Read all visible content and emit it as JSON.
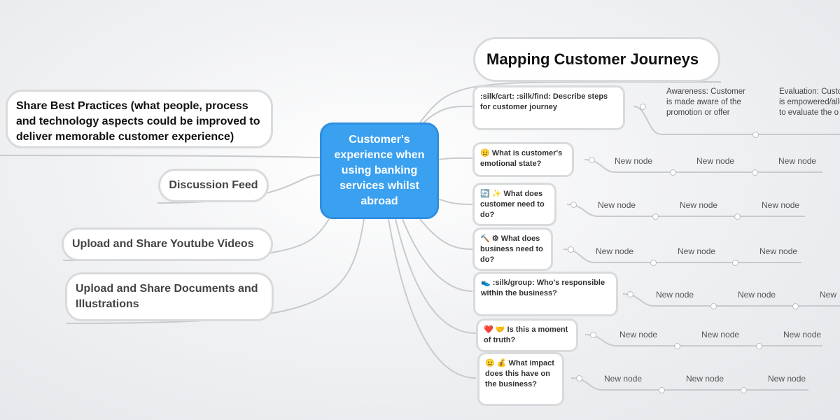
{
  "center": "Customer's experience when using banking services whilst abroad",
  "title": "Mapping Customer Journeys",
  "left_nodes": [
    "Share Best Practices (what people, process and technology aspects could be improved to deliver memorable customer experience)",
    "Discussion Feed",
    "Upload and Share Youtube Videos",
    "Upload and Share Documents and Illustrations"
  ],
  "questions": [
    {
      "icon": "",
      "text": ":silk/cart: :silk/find: Describe steps for customer journey"
    },
    {
      "icon": "😐",
      "text": "What is customer's emotional state?"
    },
    {
      "icon": "🔄 ✨",
      "text": "What does customer need to do?"
    },
    {
      "icon": "🔨 ⚙",
      "text": "What does business need to do?"
    },
    {
      "icon": "👟",
      "text": ":silk/group: Who's responsible within the business?"
    },
    {
      "icon": "❤️ 🤝",
      "text": "Is this a moment of truth?"
    },
    {
      "icon": "😐 💰",
      "text": "What impact does this have on the business?"
    }
  ],
  "journey_steps": [
    "Awareness: Customer is made aware of the promotion or offer",
    "Evaluation: Customer is empowered/allowed to evaluate the o"
  ],
  "new_node_label": "New node",
  "partial_node_label": "New"
}
